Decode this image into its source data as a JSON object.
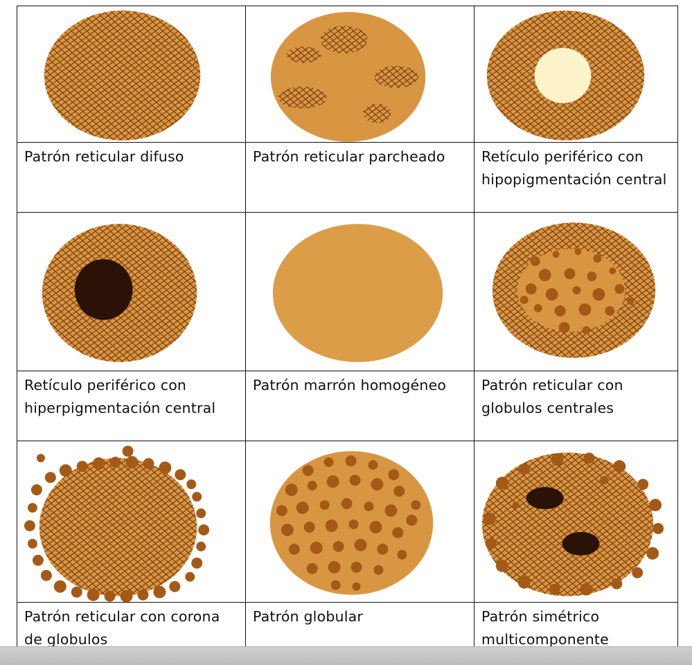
{
  "colors": {
    "skin": "#D99642",
    "net": "#7A3F10",
    "globule": "#A45A16",
    "dark": "#2A1206",
    "light": "#FCF3CB",
    "homogeneous": "#DC9D48",
    "border": "#111111",
    "bottom_bar": "#C4C4C4"
  },
  "cells": [
    {
      "id": "reticular-difuso",
      "caption": "Patrón reticular difuso"
    },
    {
      "id": "reticular-parcheado",
      "caption": "Patrón reticular parcheado"
    },
    {
      "id": "periferico-hipo",
      "caption": "Retículo periférico con hipopigmentación central"
    },
    {
      "id": "periferico-hiper",
      "caption": "Retículo periférico con hiperpigmentación central"
    },
    {
      "id": "marron-homogeneo",
      "caption": "Patrón marrón homogéneo"
    },
    {
      "id": "reticular-globulos-centrales",
      "caption": "Patrón reticular con globulos centrales"
    },
    {
      "id": "reticular-corona",
      "caption": "Patrón reticular con corona de globulos"
    },
    {
      "id": "globular",
      "caption": "Patrón globular"
    },
    {
      "id": "simetrico-multicomponente",
      "caption": "Patrón simétrico multicomponente"
    }
  ]
}
